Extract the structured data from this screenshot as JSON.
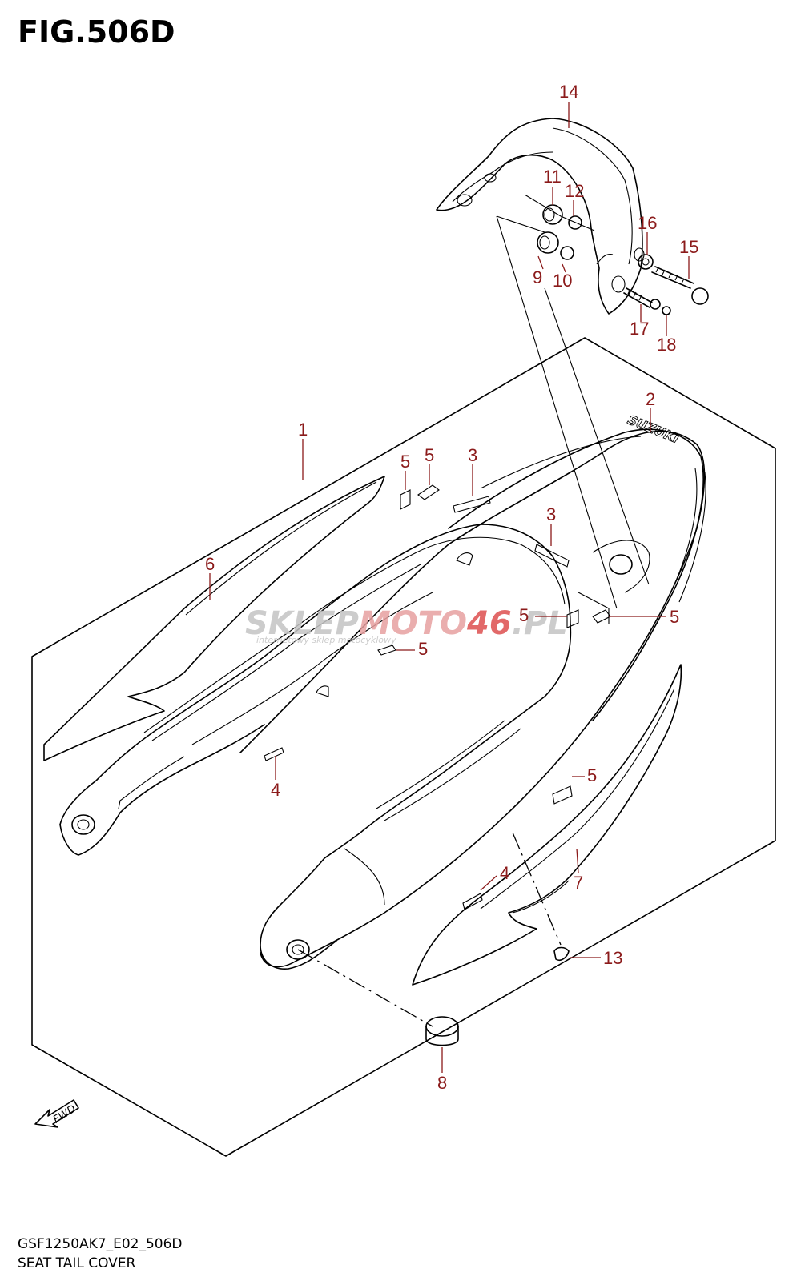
{
  "figure": {
    "title": "FIG.506D",
    "model_code": "GSF1250AK7_E02_506D",
    "name": "SEAT TAIL COVER"
  },
  "watermark": {
    "main_part1": "SKLEP",
    "main_part2": "MOTO",
    "main_part3": "46",
    "main_part4": ".PL",
    "tagline": "internetowy sklep motocyklowy"
  },
  "brand_logo": "SUZUKI",
  "fwd_label": "FWD",
  "callouts": [
    {
      "id": "c14",
      "label": "14"
    },
    {
      "id": "c11",
      "label": "11"
    },
    {
      "id": "c12",
      "label": "12"
    },
    {
      "id": "c16",
      "label": "16"
    },
    {
      "id": "c15",
      "label": "15"
    },
    {
      "id": "c9",
      "label": "9"
    },
    {
      "id": "c10",
      "label": "10"
    },
    {
      "id": "c17",
      "label": "17"
    },
    {
      "id": "c18",
      "label": "18"
    },
    {
      "id": "c2",
      "label": "2"
    },
    {
      "id": "c1",
      "label": "1"
    },
    {
      "id": "c5a",
      "label": "5"
    },
    {
      "id": "c5b",
      "label": "5"
    },
    {
      "id": "c3a",
      "label": "3"
    },
    {
      "id": "c3b",
      "label": "3"
    },
    {
      "id": "c6",
      "label": "6"
    },
    {
      "id": "c5c",
      "label": "5"
    },
    {
      "id": "c5d",
      "label": "5"
    },
    {
      "id": "c5e",
      "label": "5"
    },
    {
      "id": "c4a",
      "label": "4"
    },
    {
      "id": "c5f",
      "label": "5"
    },
    {
      "id": "c4b",
      "label": "4"
    },
    {
      "id": "c7",
      "label": "7"
    },
    {
      "id": "c13",
      "label": "13"
    },
    {
      "id": "c8",
      "label": "8"
    }
  ],
  "colors": {
    "callout": "#8b1a1a",
    "watermark_grey": "#b9b9b9",
    "watermark_red": "#e06060"
  }
}
